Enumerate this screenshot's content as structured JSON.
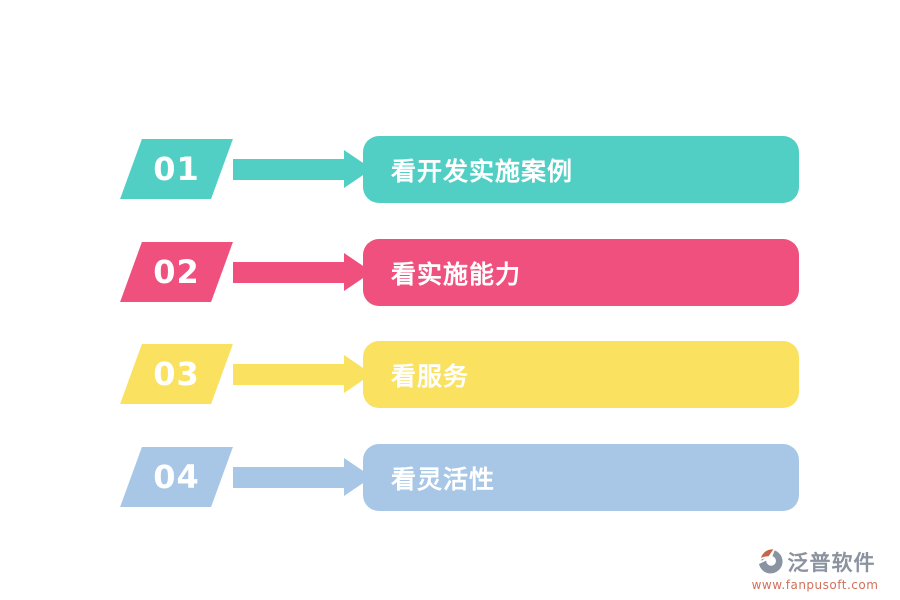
{
  "background": "#ffffff",
  "rows": [
    {
      "number": "01",
      "label": "看开发实施案例",
      "color": "#52CFC5"
    },
    {
      "number": "02",
      "label": "看实施能力",
      "color": "#F0507E"
    },
    {
      "number": "03",
      "label": "看服务",
      "color": "#FAE15F"
    },
    {
      "number": "04",
      "label": "看灵活性",
      "color": "#A8C7E6"
    }
  ],
  "watermark": {
    "brand": "泛普软件",
    "url": "www.fanpusoft.com",
    "brand_color": "#8A939F",
    "url_color": "#D2705B",
    "logo_gray": "#8A93A2",
    "logo_orange": "#C4664A"
  }
}
